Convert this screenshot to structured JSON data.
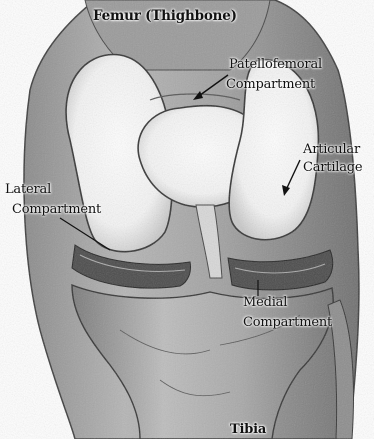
{
  "labels": {
    "femur": "Femur (Thighbone)",
    "patellofemoral_line1": "Patellofemoral",
    "patellofemoral_line2": "Compartment",
    "articular_line1": "Articular",
    "articular_line2": "Cartilage",
    "lateral_line1": "Lateral",
    "lateral_line2": "Compartment",
    "medial_line1": "Medial",
    "medial_line2": "Compartment",
    "tibia": "Tibia"
  }
}
